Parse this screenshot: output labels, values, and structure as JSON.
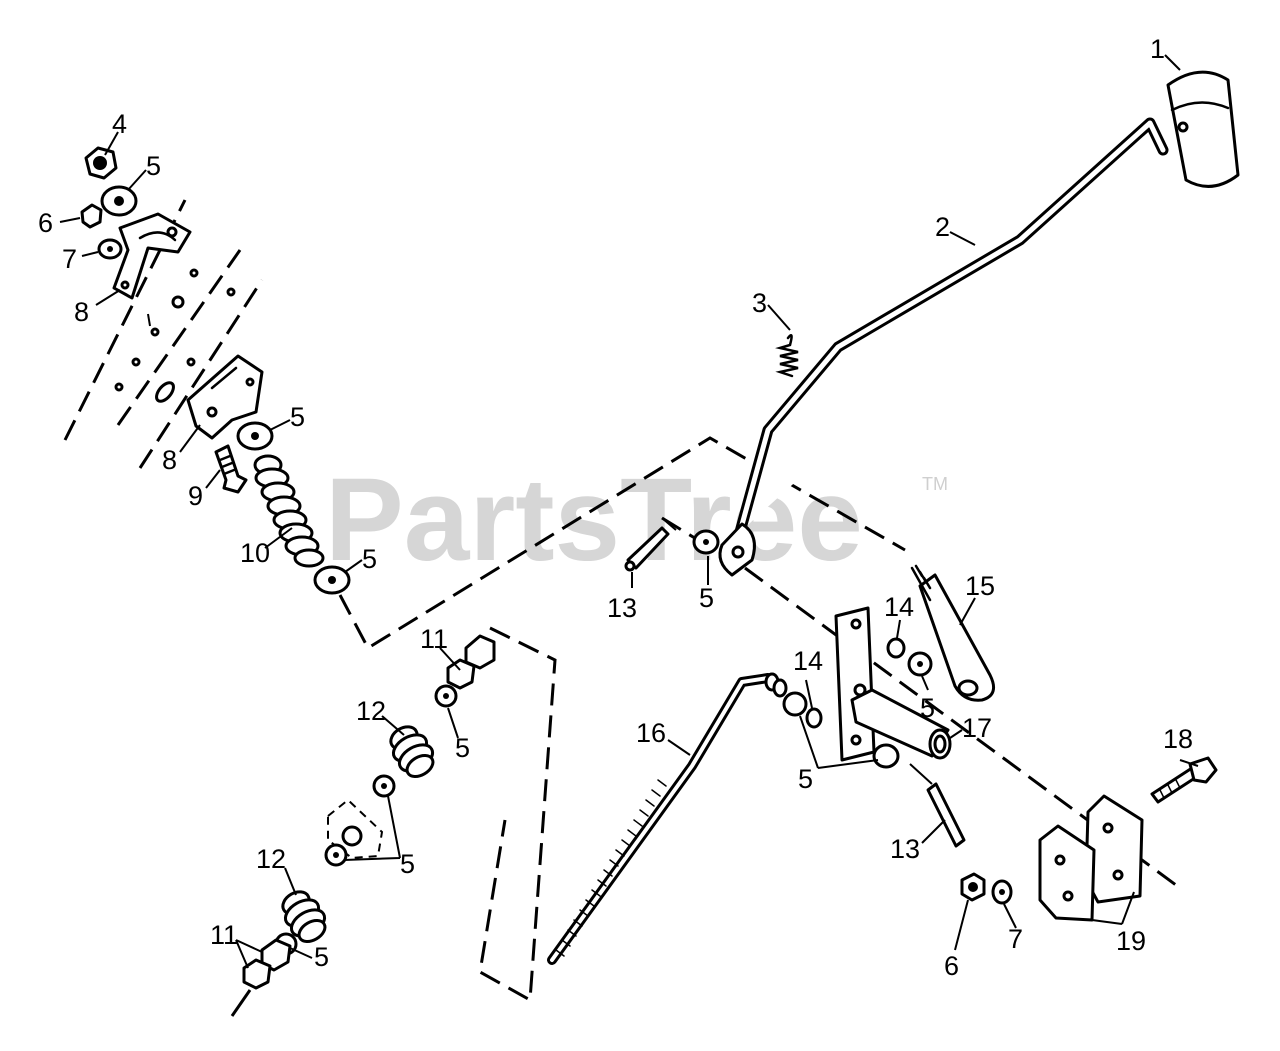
{
  "watermark": {
    "brand": "PartsTree",
    "trademark": "TM"
  },
  "callouts": [
    {
      "id": "c1",
      "number": "1"
    },
    {
      "id": "c2",
      "number": "2"
    },
    {
      "id": "c3",
      "number": "3"
    },
    {
      "id": "c4",
      "number": "4"
    },
    {
      "id": "c5a",
      "number": "5"
    },
    {
      "id": "c6a",
      "number": "6"
    },
    {
      "id": "c7a",
      "number": "7"
    },
    {
      "id": "c8a",
      "number": "8"
    },
    {
      "id": "c5b",
      "number": "5"
    },
    {
      "id": "c8b",
      "number": "8"
    },
    {
      "id": "c9",
      "number": "9"
    },
    {
      "id": "c10",
      "number": "10"
    },
    {
      "id": "c5c",
      "number": "5"
    },
    {
      "id": "c13a",
      "number": "13"
    },
    {
      "id": "c5d",
      "number": "5"
    },
    {
      "id": "c15",
      "number": "15"
    },
    {
      "id": "c14a",
      "number": "14"
    },
    {
      "id": "c5e",
      "number": "5"
    },
    {
      "id": "c14b",
      "number": "14"
    },
    {
      "id": "c16",
      "number": "16"
    },
    {
      "id": "c17",
      "number": "17"
    },
    {
      "id": "c5f",
      "number": "5"
    },
    {
      "id": "c11a",
      "number": "11"
    },
    {
      "id": "c12a",
      "number": "12"
    },
    {
      "id": "c5g",
      "number": "5"
    },
    {
      "id": "c5h",
      "number": "5"
    },
    {
      "id": "c12b",
      "number": "12"
    },
    {
      "id": "c11b",
      "number": "11"
    },
    {
      "id": "c5i",
      "number": "5"
    },
    {
      "id": "c18",
      "number": "18"
    },
    {
      "id": "c13b",
      "number": "13"
    },
    {
      "id": "c6b",
      "number": "6"
    },
    {
      "id": "c7b",
      "number": "7"
    },
    {
      "id": "c19",
      "number": "19"
    }
  ]
}
